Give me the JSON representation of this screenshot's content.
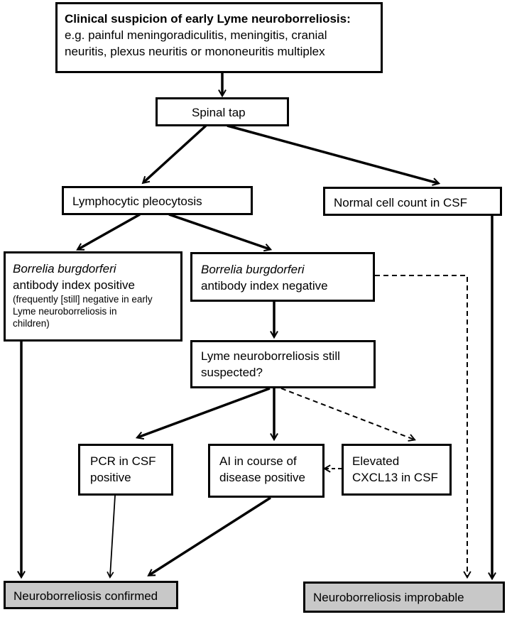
{
  "nodes": {
    "suspicion": {
      "title": "Clinical suspicion of early Lyme neuroborreliosis:",
      "line1": "e.g. painful meningoradiculitis, meningitis, cranial",
      "line2": "neuritis, plexus neuritis or mononeuritis multiplex"
    },
    "spinal_tap": {
      "label": "Spinal tap"
    },
    "pleocytosis": {
      "label": "Lymphocytic pleocytosis"
    },
    "normal_count": {
      "label": "Normal cell count in CSF"
    },
    "ai_positive": {
      "species": "Borrelia burgdorferi",
      "label": "antibody index positive",
      "note1": "(frequently [still] negative in early",
      "note2": "Lyme neuroborreliosis in",
      "note3": "children)"
    },
    "ai_negative": {
      "species": "Borrelia burgdorferi",
      "label": "antibody index negative"
    },
    "still_suspected": {
      "line1": "Lyme neuroborreliosis still",
      "line2": "suspected?"
    },
    "pcr": {
      "line1": "PCR in CSF",
      "line2": "positive"
    },
    "ai_course": {
      "line1": "AI in course of",
      "line2": "disease positive"
    },
    "cxcl13": {
      "line1": "Elevated",
      "line2": "CXCL13 in CSF"
    },
    "confirmed": {
      "label": "Neuroborreliosis confirmed"
    },
    "improbable": {
      "label": "Neuroborreliosis improbable"
    }
  },
  "colors": {
    "border": "#000000",
    "outcome_fill": "#c8c8c8",
    "background": "#ffffff"
  }
}
